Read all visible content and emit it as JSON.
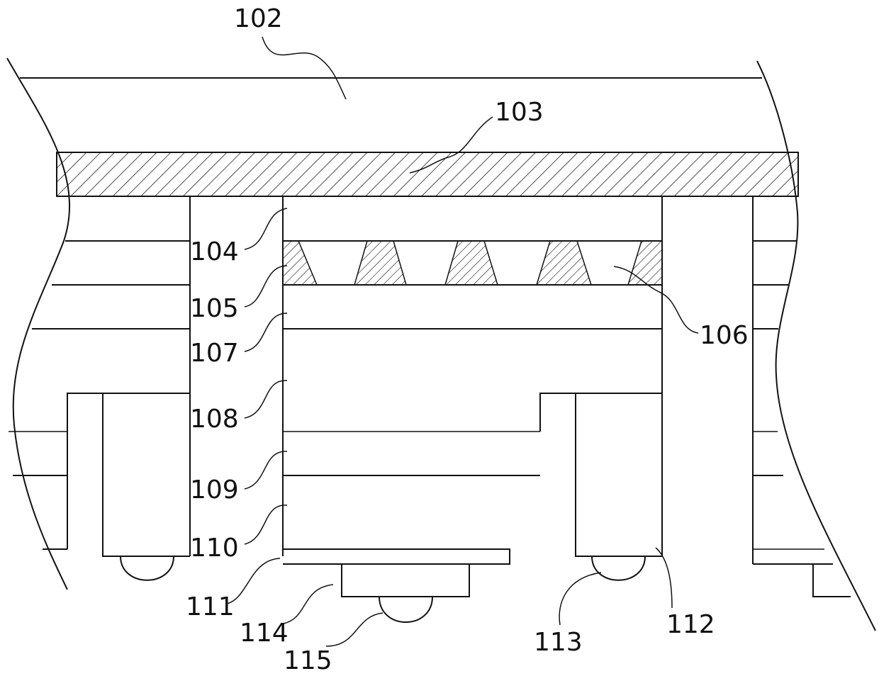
{
  "figure": {
    "labels": {
      "l102": "102",
      "l103": "103",
      "l104": "104",
      "l105": "105",
      "l106": "106",
      "l107": "107",
      "l108": "108",
      "l109": "109",
      "l110": "110",
      "l111": "111",
      "l112": "112",
      "l113": "113",
      "l114": "114",
      "l115": "115"
    }
  }
}
